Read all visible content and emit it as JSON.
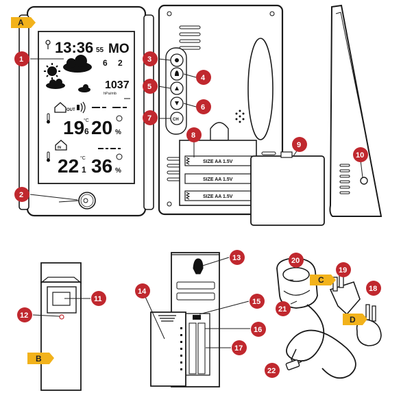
{
  "tags": {
    "A": "A",
    "B": "B",
    "C": "C",
    "D": "D"
  },
  "callouts": [
    "1",
    "2",
    "3",
    "4",
    "5",
    "6",
    "7",
    "8",
    "9",
    "10",
    "11",
    "12",
    "13",
    "14",
    "15",
    "16",
    "17",
    "18",
    "19",
    "20",
    "21",
    "22"
  ],
  "display": {
    "time": "13:36",
    "seconds": "55",
    "weekday": "MO",
    "date_day": "6",
    "date_month": "2",
    "pressure": "1037",
    "pressure_unit": "hPa/mb",
    "out_label": "OUT",
    "out_temp_int": "19",
    "out_temp_dec": "6",
    "out_temp_unit": "°C",
    "out_hum": "20",
    "out_hum_unit": "%",
    "in_label": "IN",
    "in_temp_int": "22",
    "in_temp_dec": "1",
    "in_temp_unit": "°C",
    "in_hum": "36",
    "in_hum_unit": "%"
  },
  "buttons": {
    "ch": "CH"
  },
  "battery_label": "SIZE AA 1.5V",
  "colors": {
    "callout": "#c0282e",
    "tag": "#f2b21b",
    "outline": "#1a1a1a"
  }
}
